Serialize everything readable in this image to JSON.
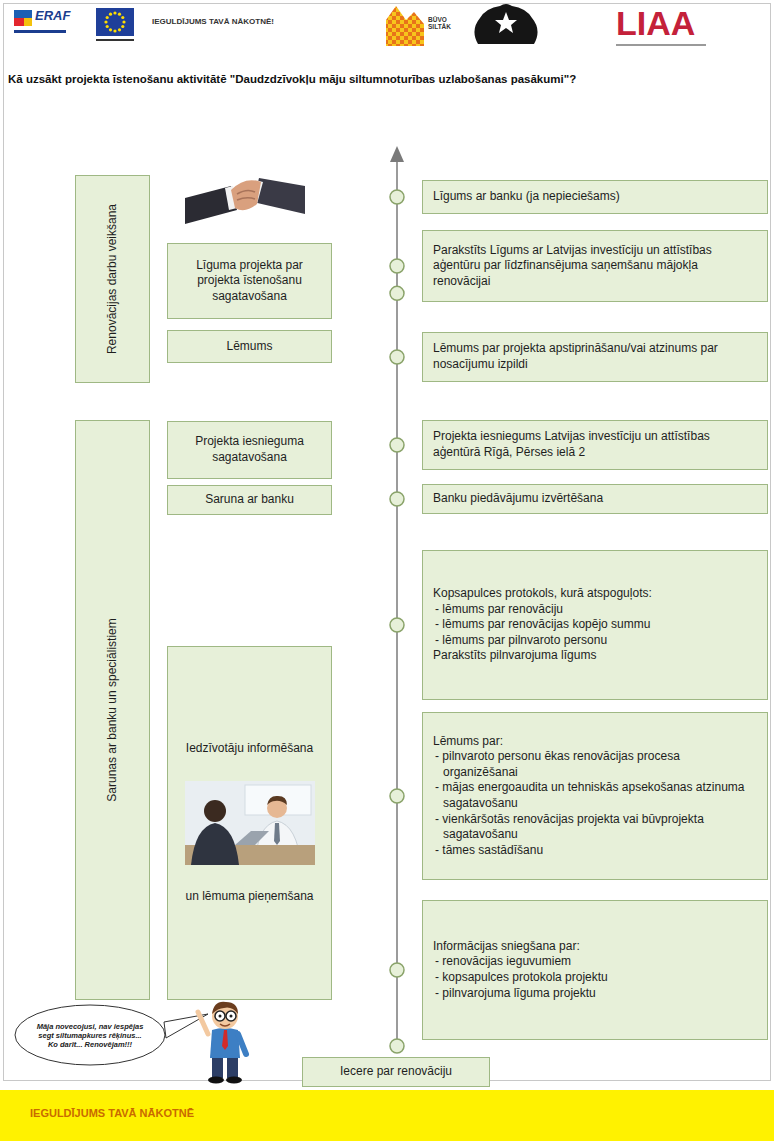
{
  "diagram": {
    "title": "Kā uzsākt projekta īstenošanu aktivitātē \"Daudzdzīvokļu māju siltumnoturības uzlabošanas pasākumi\"?",
    "nodes": [
      {
        "text": [
          "Renovācijas darbu veikšana"
        ]
      },
      {
        "text": [
          "Līgums ar banku (ja nepieciešams)"
        ]
      },
      {
        "text": [
          "Parakstīts Līgums ar Latvijas investīciju un attīstības aģentūru par līdzfinansējuma saņemšanu mājokļa renovācijai"
        ]
      },
      {
        "text": [
          "Līguma projekta par projekta īstenošanu sagatavošana"
        ]
      },
      {
        "text": [
          "Lēmums"
        ]
      },
      {
        "text": [
          "Lēmums par projekta apstiprināšanu/vai atzinums par nosacījumu izpildi"
        ]
      },
      {
        "text": [
          "Sarunas ar banku un speciālistiem"
        ]
      },
      {
        "text": [
          "Projekta iesnieguma sagatavošana"
        ]
      },
      {
        "text": [
          "Projekta iesniegums Latvijas investīciju un attīstības aģentūrā Rīgā, Pērses ielā 2"
        ]
      },
      {
        "text": [
          "Saruna ar banku"
        ]
      },
      {
        "text": [
          "Banku piedāvājumu izvērtēšana"
        ]
      },
      {
        "text": [
          "Kopsapulces protokols, kurā atspoguļots:",
          "- lēmums par renovāciju",
          "- lēmums par renovācijas kopējo summu",
          "- lēmums par pilnvaroto personu",
          "Parakstīts pilnvarojuma līgums"
        ]
      },
      {
        "text": [
          "Iedzīvotāju informēšana",
          "un lēmuma pieņemšana"
        ]
      },
      {
        "text": [
          "Lēmums par:",
          "- pilnvaroto personu ēkas renovācijas procesa organizēšanai",
          "- mājas energoaudita un tehniskās apsekošanas atzinuma sagatavošanu",
          "- vienkāršotās renovācijas projekta vai būvprojekta sagatavošanu",
          "- tāmes sastādīšanu"
        ]
      },
      {
        "text": [
          "Informācijas sniegšana par:",
          "- renovācijas ieguvumiem",
          "- kopsapulces protokola projektu",
          "- pilnvarojuma līguma projektu"
        ]
      },
      {
        "text": [
          "Māja novecojusi, nav iespējas segt siltumapkures rēķinus... Ko darīt... Renovējam!!!"
        ]
      },
      {
        "text": [
          "Iecere par renovāciju"
        ]
      },
      {
        "text": [
          "IEGULDĪJUMS TAVĀ NĀKOTNĒ"
        ]
      }
    ],
    "labels": [
      "ERAF",
      "IEGULDĪJUMS TAVĀ NĀKOTNĒ!",
      "BŪVO SILTĀK",
      "LIAA"
    ]
  }
}
